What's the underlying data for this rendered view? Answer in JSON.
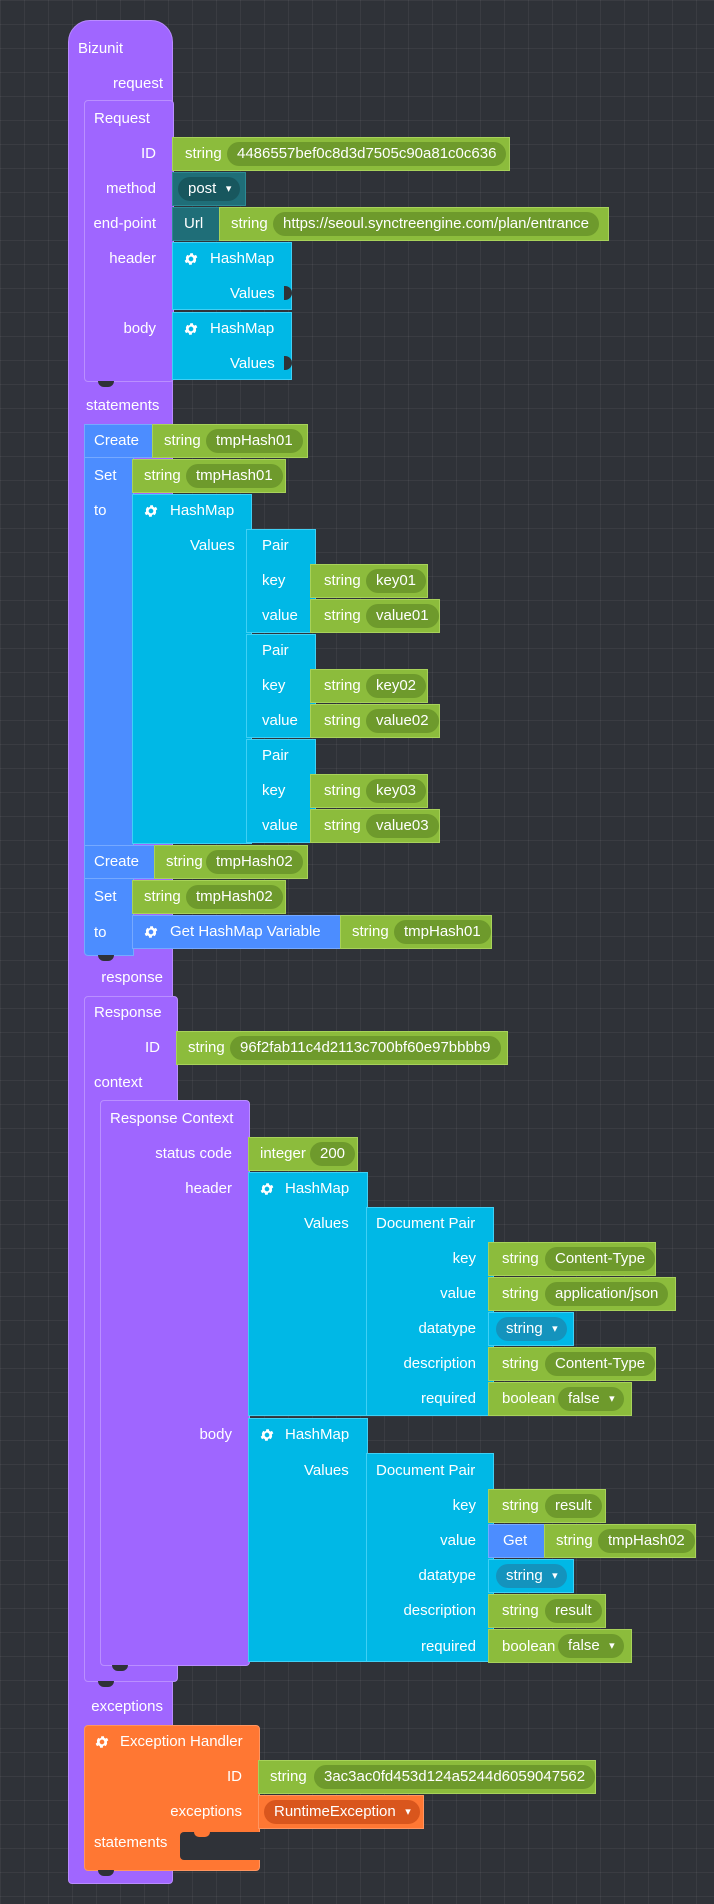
{
  "root": {
    "title": "Bizunit",
    "request_label": "request",
    "statements_label": "statements",
    "response_label": "response",
    "exceptions_label": "exceptions"
  },
  "request": {
    "title": "Request",
    "id_label": "ID",
    "id_type": "string",
    "id_value": "4486557bef0c8d3d7505c90a81c0c636",
    "method_label": "method",
    "method_value": "post",
    "endpoint_label": "end-point",
    "url_label": "Url",
    "url_type": "string",
    "url_value": "https://seoul.synctreengine.com/plan/entrance",
    "header_label": "header",
    "body_label": "body",
    "hashmap_label": "HashMap",
    "values_label": "Values"
  },
  "statements": {
    "create_label": "Create",
    "set_label": "Set",
    "to_label": "to",
    "string_type": "string",
    "var1": "tmpHash01",
    "var2": "tmpHash02",
    "hashmap_label": "HashMap",
    "values_label": "Values",
    "pair_label": "Pair",
    "key_label": "key",
    "value_label": "value",
    "pairs": [
      {
        "key": "key01",
        "value": "value01"
      },
      {
        "key": "key02",
        "value": "value02"
      },
      {
        "key": "key03",
        "value": "value03"
      }
    ],
    "get_hashmap_label": "Get HashMap Variable"
  },
  "response": {
    "title": "Response",
    "id_label": "ID",
    "id_type": "string",
    "id_value": "96f2fab11c4d2113c700bf60e97bbbb9",
    "context_label": "context",
    "context_title": "Response Context",
    "status_code_label": "status code",
    "integer_type": "integer",
    "status_code": "200",
    "header_label": "header",
    "body_label": "body",
    "hashmap_label": "HashMap",
    "values_label": "Values",
    "doc_pair_label": "Document Pair",
    "key_label": "key",
    "value_label": "value",
    "datatype_label": "datatype",
    "description_label": "description",
    "required_label": "required",
    "string_type": "string",
    "boolean_type": "boolean",
    "get_label": "Get",
    "header_pair": {
      "key": "Content-Type",
      "value": "application/json",
      "datatype": "string",
      "description": "Content-Type",
      "required": "false"
    },
    "body_pair": {
      "key": "result",
      "value_var": "tmpHash02",
      "datatype": "string",
      "description": "result",
      "required": "false"
    }
  },
  "exception": {
    "title": "Exception Handler",
    "id_label": "ID",
    "id_type": "string",
    "id_value": "3ac3ac0fd453d124a5244d6059047562",
    "exceptions_label": "exceptions",
    "exceptions_value": "RuntimeException",
    "statements_label": "statements"
  },
  "colors": {
    "background": "#2f3238",
    "purple": "#a066ff",
    "blue": "#4c8dff",
    "cyan": "#00b8e6",
    "green": "#8cbc3c",
    "teal": "#1f6e78",
    "orange": "#ff7733"
  },
  "icons": {
    "gear": "gear-icon"
  }
}
